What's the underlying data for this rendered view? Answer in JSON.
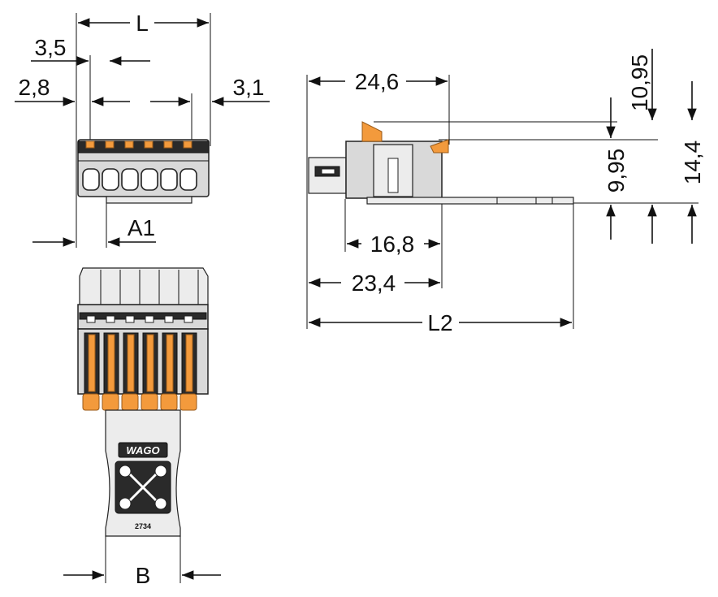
{
  "dimensions": {
    "L": "L",
    "d3_5": "3,5",
    "d2_8": "2,8",
    "d3_1": "3,1",
    "A1": "A1",
    "B": "B",
    "d24_6": "24,6",
    "d16_8": "16,8",
    "d23_4": "23,4",
    "L2": "L2",
    "d10_95": "10,95",
    "d9_95": "9,95",
    "d14_4": "14,4"
  },
  "labels": {
    "logo": "WAGO",
    "part_number": "2734"
  },
  "colors": {
    "accent": "#f39a3c",
    "body": "#d9d9d9",
    "dark": "#2a2a2a"
  }
}
